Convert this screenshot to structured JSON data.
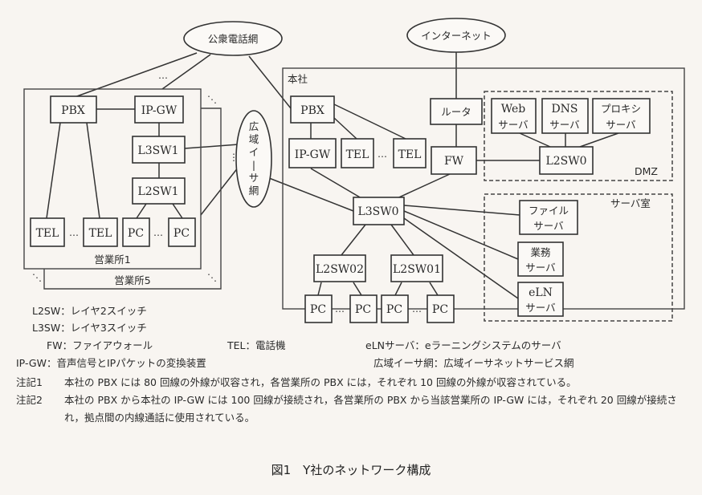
{
  "figure": {
    "caption": "図1　Y社のネットワーク構成"
  },
  "clouds": {
    "pstn": "公衆電話網",
    "internet": "インターネット",
    "wan": [
      "広",
      "域",
      "イ",
      "|",
      "サ",
      "網"
    ]
  },
  "branch": {
    "area_label_1": "営業所1",
    "area_label_5": "営業所5",
    "pbx": "PBX",
    "ipgw": "IP-GW",
    "l3sw": "L3SW1",
    "l2sw": "L2SW1",
    "tel": "TEL",
    "pc": "PC",
    "ellipsis": "…"
  },
  "hq": {
    "area_label": "本社",
    "pbx": "PBX",
    "ipgw": "IP-GW",
    "tel": "TEL",
    "router": "ルータ",
    "fw": "FW",
    "l3sw0": "L3SW0",
    "l2sw02": "L2SW02",
    "l2sw01": "L2SW01",
    "pc": "PC",
    "ellipsis": "…",
    "dmz": {
      "label": "DMZ",
      "l2sw0": "L2SW0",
      "servers": [
        {
          "line1": "Web",
          "line2": "サーバ"
        },
        {
          "line1": "DNS",
          "line2": "サーバ"
        },
        {
          "line1": "プロキシ",
          "line2": "サーバ"
        }
      ]
    },
    "server_room": {
      "label": "サーバ室",
      "servers": [
        {
          "line1": "ファイル",
          "line2": "サーバ"
        },
        {
          "line1": "業務",
          "line2": "サーバ"
        },
        {
          "line1": "eLN",
          "line2": "サーバ"
        }
      ]
    }
  },
  "legend": [
    {
      "term": "L2SW",
      "desc": "レイヤ2スイッチ"
    },
    {
      "term": "L3SW",
      "desc": "レイヤ3スイッチ"
    },
    {
      "term": "FW",
      "desc": "ファイアウォール"
    },
    {
      "term": "TEL",
      "desc": "電話機"
    },
    {
      "term": "eLNサーバ",
      "desc": "eラーニングシステムのサーバ"
    },
    {
      "term": "IP-GW",
      "desc": "音声信号とIPパケットの変換装置"
    },
    {
      "term": "広域イーサ網",
      "desc": "広域イーサネットサービス網"
    }
  ],
  "notes": [
    {
      "label": "注記1",
      "text": "本社の PBX には 80 回線の外線が収容され，各営業所の PBX には，それぞれ 10 回線の外線が収容されている。"
    },
    {
      "label": "注記2",
      "text": "本社の PBX から本社の IP-GW には 100 回線が接続され，各営業所の PBX から当該営業所の IP-GW には，それぞれ 20 回線が接続され，拠点間の内線通話に使用されている。"
    }
  ]
}
